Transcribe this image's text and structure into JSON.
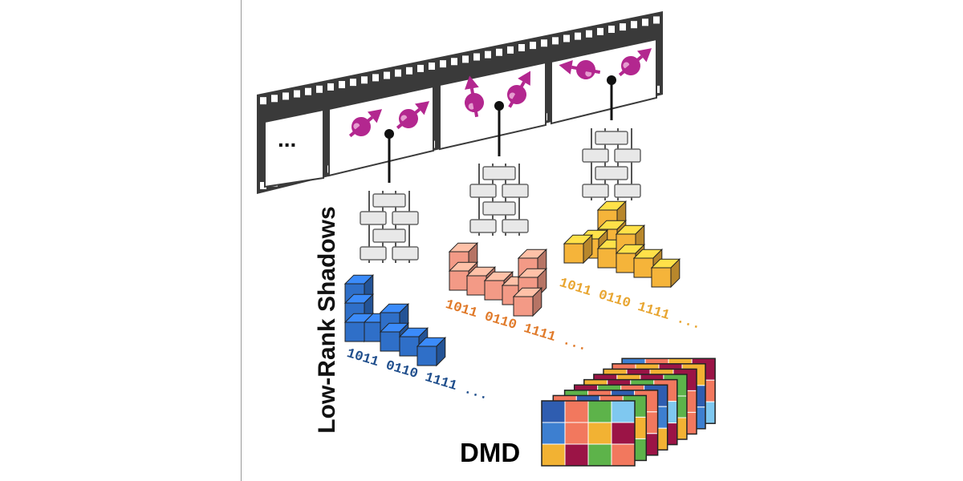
{
  "vertical_label": "Low-Rank Shadows",
  "ellipsis": "...",
  "dmd_label": "DMD",
  "bitstrings": {
    "blue": "1011 0110 1111 ...",
    "salmon": "1011 0110 1111 ...",
    "yellow": "1011 0110 1111 ..."
  },
  "colors": {
    "spin": "#b3278f",
    "blue_cubes": "#2f6fc8",
    "salmon_cubes": "#f39a86",
    "yellow_cubes": "#f5b43a",
    "blue_text": "#1f4e8c",
    "salmon_text": "#e07a2a",
    "yellow_text": "#e8a530",
    "dmd_grid": [
      "#3d7fd0",
      "#f2785e",
      "#f2b233",
      "#9b1446",
      "#f2b233",
      "#9b1446",
      "#5db34a",
      "#f2785e",
      "#2f5db0",
      "#f2785e",
      "#5db34a",
      "#7fc8f0"
    ]
  }
}
